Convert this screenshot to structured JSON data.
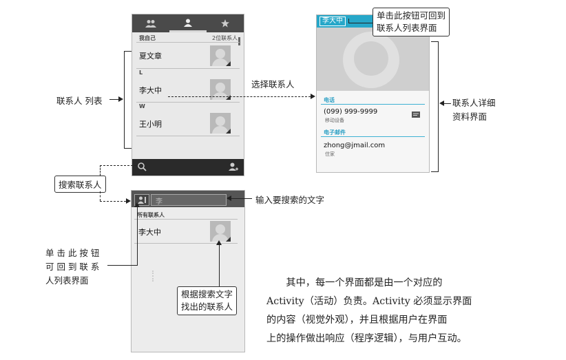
{
  "contacts_screen": {
    "tabs": [
      {
        "icon": "groups-icon"
      },
      {
        "icon": "person-icon",
        "active": true
      },
      {
        "icon": "star-icon"
      }
    ],
    "section_me": "我自己",
    "contact_count": "2位联系人",
    "rows": [
      {
        "section": "",
        "name": "夏文章"
      },
      {
        "section": "L",
        "name": "李大中"
      },
      {
        "section": "W",
        "name": "王小明"
      }
    ]
  },
  "detail_screen": {
    "name_button": "李大中",
    "phone_header": "电话",
    "phone_number": "(099) 999-9999",
    "phone_type": "移动设备",
    "email_header": "电子邮件",
    "email": "zhong@jmail.com",
    "email_type": "住家"
  },
  "search_screen": {
    "query": "李",
    "section": "所有联系人",
    "result_name": "李大中"
  },
  "annotations": {
    "contact_list": "联系人 列表",
    "select_contact": "选择联系人",
    "back_button_line1": "单击此按钮可回到",
    "back_button_line2": "联系人列表界面",
    "detail_line1": "联系人详细",
    "detail_line2": "资料界面",
    "search_contact": "搜索联系人",
    "input_search": "输入要搜索的文字",
    "back_left_line1": "单 击 此 按 钮",
    "back_left_line2": "可 回 到 联 系",
    "back_left_line3": "人列表界面",
    "found_line1": "根据搜索文字",
    "found_line2": "找出的联系人"
  },
  "paragraph": [
    "　　其中，每一个界面都是由一个对应的",
    "Activity（活动）负责。Activity 必须显示界面",
    "的内容（视觉外观），并且根据用户在界面",
    "上的操作做出响应（程序逻辑），与用户互动。"
  ]
}
